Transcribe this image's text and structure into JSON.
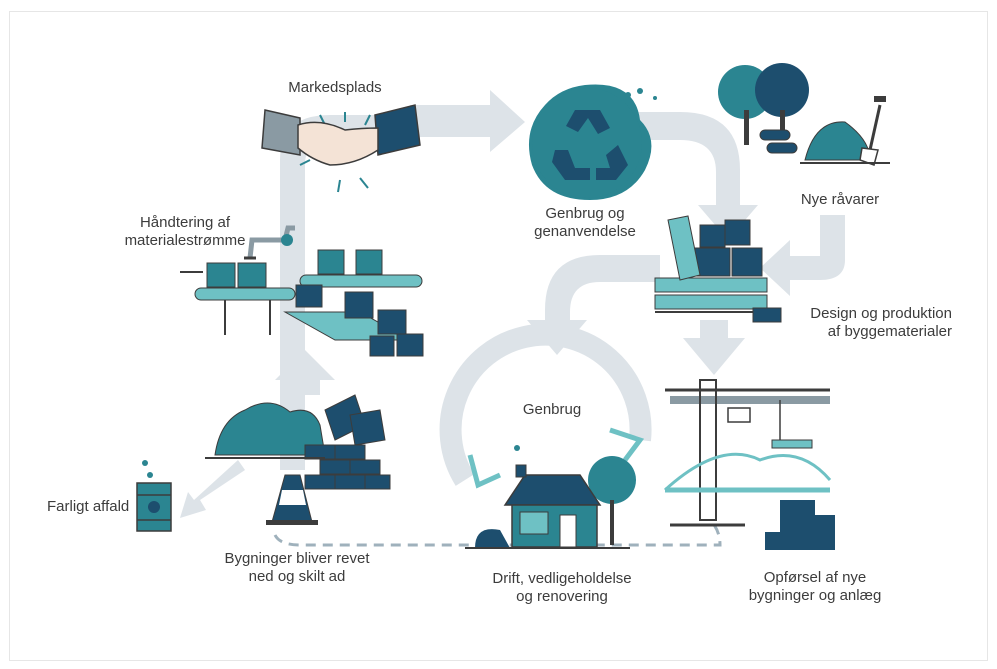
{
  "labels": {
    "markedsplads": "Markedsplads",
    "genbrug_genanvendelse": "Genbrug og\ngenanvendelse",
    "nye_raavarer": "Nye råvarer",
    "haandtering": "Håndtering af\nmaterialestrømme",
    "design_produktion": "Design og produktion\naf byggematerialer",
    "genbrug": "Genbrug",
    "farligt_affald": "Farligt affald",
    "nedrivning": "Bygninger bliver revet\nned og skilt ad",
    "drift": "Drift, vedligeholdelse\nog renovering",
    "opfoersel": "Opførsel af nye\nbygninger og anlæg"
  },
  "colors": {
    "dark_navy": "#1d4e6e",
    "teal": "#2b8591",
    "light_teal": "#6ec1c4",
    "arrow_gray": "#dde3e8",
    "line_gray": "#3c3c3c"
  }
}
